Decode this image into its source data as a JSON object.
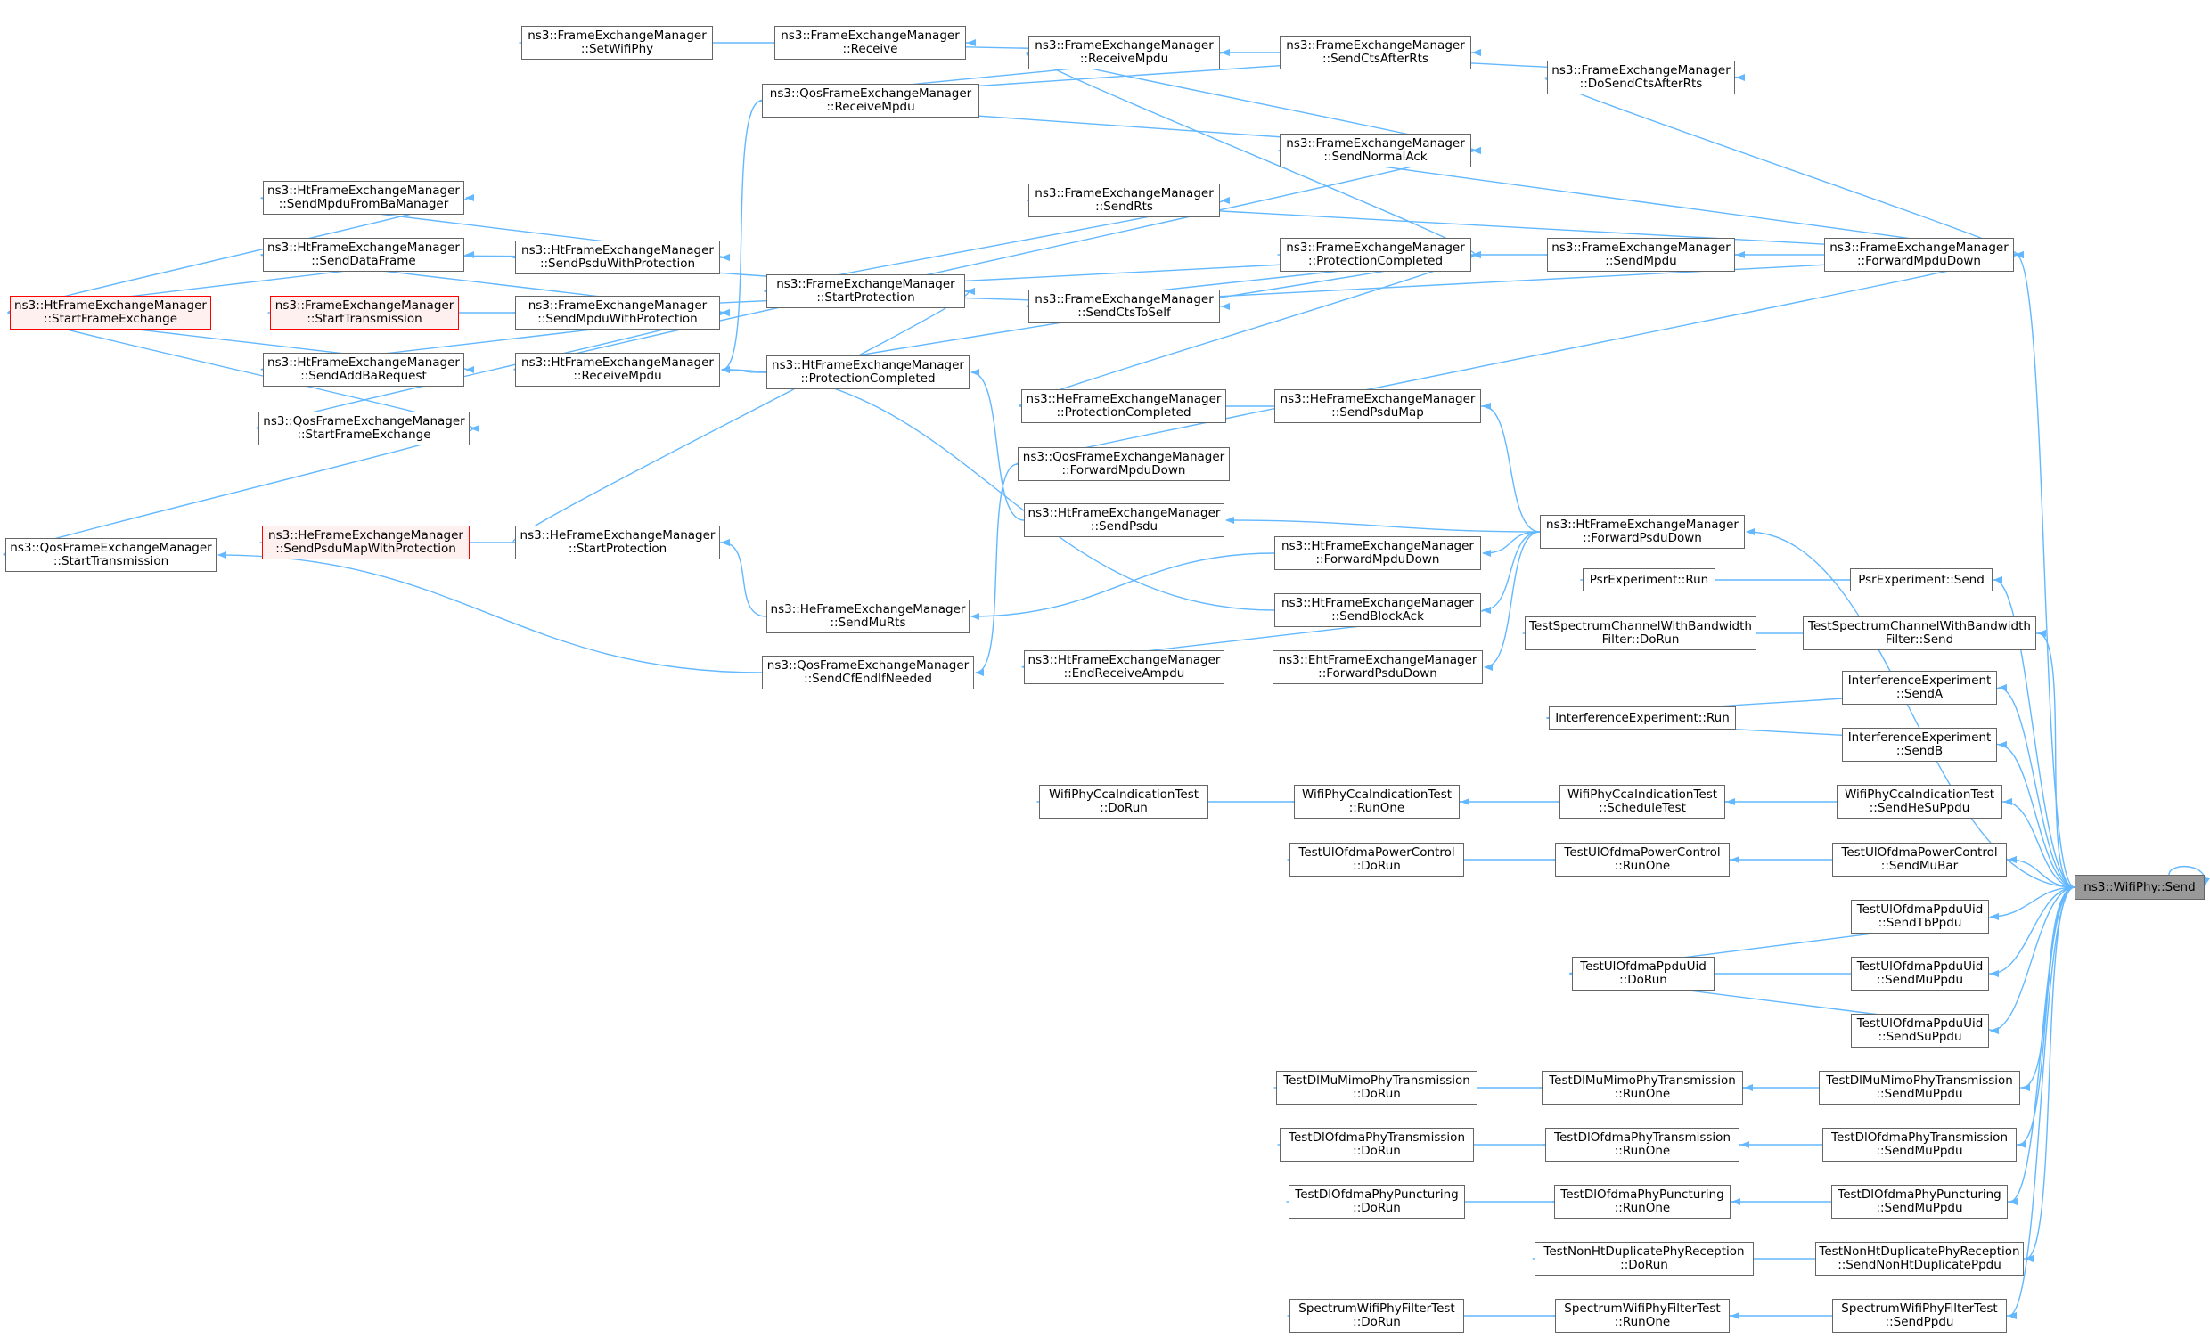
{
  "graph": {
    "edge_color": "#63b8ff",
    "nodes": [
      {
        "id": "root",
        "lines": [
          "ns3::WifiPhy::Send"
        ],
        "style": "root"
      },
      {
        "id": "setwifiphy",
        "lines": [
          "ns3::FrameExchangeManager",
          "::SetWifiPhy"
        ]
      },
      {
        "id": "receive",
        "lines": [
          "ns3::FrameExchangeManager",
          "::Receive"
        ]
      },
      {
        "id": "receivempdu",
        "lines": [
          "ns3::FrameExchangeManager",
          "::ReceiveMpdu"
        ]
      },
      {
        "id": "sendctsafterrts",
        "lines": [
          "ns3::FrameExchangeManager",
          "::SendCtsAfterRts"
        ]
      },
      {
        "id": "dosendctsafterrts",
        "lines": [
          "ns3::FrameExchangeManager",
          "::DoSendCtsAfterRts"
        ]
      },
      {
        "id": "qosreceivempdu",
        "lines": [
          "ns3::QosFrameExchangeManager",
          "::ReceiveMpdu"
        ]
      },
      {
        "id": "sendnormalack",
        "lines": [
          "ns3::FrameExchangeManager",
          "::SendNormalAck"
        ]
      },
      {
        "id": "sendrts",
        "lines": [
          "ns3::FrameExchangeManager",
          "::SendRts"
        ]
      },
      {
        "id": "protectioncompleted",
        "lines": [
          "ns3::FrameExchangeManager",
          "::ProtectionCompleted"
        ]
      },
      {
        "id": "sendmpdu",
        "lines": [
          "ns3::FrameExchangeManager",
          "::SendMpdu"
        ]
      },
      {
        "id": "forwardmpdudown",
        "lines": [
          "ns3::FrameExchangeManager",
          "::ForwardMpduDown"
        ]
      },
      {
        "id": "startprotection",
        "lines": [
          "ns3::FrameExchangeManager",
          "::StartProtection"
        ]
      },
      {
        "id": "sendctstoself",
        "lines": [
          "ns3::FrameExchangeManager",
          "::SendCtsToSelf"
        ]
      },
      {
        "id": "sendmpdufromba",
        "lines": [
          "ns3::HtFrameExchangeManager",
          "::SendMpduFromBaManager"
        ]
      },
      {
        "id": "htsenddataframe",
        "lines": [
          "ns3::HtFrameExchangeManager",
          "::SendDataFrame"
        ]
      },
      {
        "id": "htsendpsduwithprot",
        "lines": [
          "ns3::HtFrameExchangeManager",
          "::SendPsduWithProtection"
        ]
      },
      {
        "id": "htstartframeexchange",
        "lines": [
          "ns3::HtFrameExchangeManager",
          "::StartFrameExchange"
        ],
        "style": "red"
      },
      {
        "id": "fmstarttransmission",
        "lines": [
          "ns3::FrameExchangeManager",
          "::StartTransmission"
        ],
        "style": "red"
      },
      {
        "id": "sendmpduwithprot",
        "lines": [
          "ns3::FrameExchangeManager",
          "::SendMpduWithProtection"
        ]
      },
      {
        "id": "htsendaddbarequest",
        "lines": [
          "ns3::HtFrameExchangeManager",
          "::SendAddBaRequest"
        ]
      },
      {
        "id": "htreceivempdu",
        "lines": [
          "ns3::HtFrameExchangeManager",
          "::ReceiveMpdu"
        ]
      },
      {
        "id": "htprotectioncompleted",
        "lines": [
          "ns3::HtFrameExchangeManager",
          "::ProtectionCompleted"
        ]
      },
      {
        "id": "heprotectioncompleted",
        "lines": [
          "ns3::HeFrameExchangeManager",
          "::ProtectionCompleted"
        ]
      },
      {
        "id": "hesendpsdumap",
        "lines": [
          "ns3::HeFrameExchangeManager",
          "::SendPsduMap"
        ]
      },
      {
        "id": "qosstartframeexchange",
        "lines": [
          "ns3::QosFrameExchangeManager",
          "::StartFrameExchange"
        ]
      },
      {
        "id": "qosforwardmpdudown",
        "lines": [
          "ns3::QosFrameExchangeManager",
          "::ForwardMpduDown"
        ]
      },
      {
        "id": "qosstarttransmission",
        "lines": [
          "ns3::QosFrameExchangeManager",
          "::StartTransmission"
        ]
      },
      {
        "id": "hesendpsdumapwithprot",
        "lines": [
          "ns3::HeFrameExchangeManager",
          "::SendPsduMapWithProtection"
        ],
        "style": "red"
      },
      {
        "id": "hestartprotection",
        "lines": [
          "ns3::HeFrameExchangeManager",
          "::StartProtection"
        ]
      },
      {
        "id": "htsendpsdu",
        "lines": [
          "ns3::HtFrameExchangeManager",
          "::SendPsdu"
        ]
      },
      {
        "id": "htforwardpsdudown",
        "lines": [
          "ns3::HtFrameExchangeManager",
          "::ForwardPsduDown"
        ]
      },
      {
        "id": "htforwardmpdudown",
        "lines": [
          "ns3::HtFrameExchangeManager",
          "::ForwardMpduDown"
        ]
      },
      {
        "id": "hesendmurts",
        "lines": [
          "ns3::HeFrameExchangeManager",
          "::SendMuRts"
        ]
      },
      {
        "id": "htsendblockack",
        "lines": [
          "ns3::HtFrameExchangeManager",
          "::SendBlockAck"
        ]
      },
      {
        "id": "qossendcfendifneeded",
        "lines": [
          "ns3::QosFrameExchangeManager",
          "::SendCfEndIfNeeded"
        ]
      },
      {
        "id": "htendreceiveampdu",
        "lines": [
          "ns3::HtFrameExchangeManager",
          "::EndReceiveAmpdu"
        ]
      },
      {
        "id": "ehtforwardpsdudown",
        "lines": [
          "ns3::EhtFrameExchangeManager",
          "::ForwardPsduDown"
        ]
      },
      {
        "id": "psrrun",
        "lines": [
          "PsrExperiment::Run"
        ]
      },
      {
        "id": "psrsend",
        "lines": [
          "PsrExperiment::Send"
        ]
      },
      {
        "id": "tscdorun",
        "lines": [
          "TestSpectrumChannelWithBandwidth",
          "Filter::DoRun"
        ]
      },
      {
        "id": "tscsend",
        "lines": [
          "TestSpectrumChannelWithBandwidth",
          "Filter::Send"
        ]
      },
      {
        "id": "iesenda",
        "lines": [
          "InterferenceExperiment",
          "::SendA"
        ]
      },
      {
        "id": "ierun",
        "lines": [
          "InterferenceExperiment::Run"
        ]
      },
      {
        "id": "iesendb",
        "lines": [
          "InterferenceExperiment",
          "::SendB"
        ]
      },
      {
        "id": "ccadorun",
        "lines": [
          "WifiPhyCcaIndicationTest",
          "::DoRun"
        ]
      },
      {
        "id": "ccarunone",
        "lines": [
          "WifiPhyCcaIndicationTest",
          "::RunOne"
        ]
      },
      {
        "id": "ccaschedule",
        "lines": [
          "WifiPhyCcaIndicationTest",
          "::ScheduleTest"
        ]
      },
      {
        "id": "ccasendhe",
        "lines": [
          "WifiPhyCcaIndicationTest",
          "::SendHeSuPpdu"
        ]
      },
      {
        "id": "ulpcdorun",
        "lines": [
          "TestUlOfdmaPowerControl",
          "::DoRun"
        ]
      },
      {
        "id": "ulpcrunone",
        "lines": [
          "TestUlOfdmaPowerControl",
          "::RunOne"
        ]
      },
      {
        "id": "ulpcsendmubar",
        "lines": [
          "TestUlOfdmaPowerControl",
          "::SendMuBar"
        ]
      },
      {
        "id": "uidsendtb",
        "lines": [
          "TestUlOfdmaPpduUid",
          "::SendTbPpdu"
        ]
      },
      {
        "id": "uiddorun",
        "lines": [
          "TestUlOfdmaPpduUid",
          "::DoRun"
        ]
      },
      {
        "id": "uidsendmu",
        "lines": [
          "TestUlOfdmaPpduUid",
          "::SendMuPpdu"
        ]
      },
      {
        "id": "uidsendsu",
        "lines": [
          "TestUlOfdmaPpduUid",
          "::SendSuPpdu"
        ]
      },
      {
        "id": "mimodorun",
        "lines": [
          "TestDlMuMimoPhyTransmission",
          "::DoRun"
        ]
      },
      {
        "id": "mimorunone",
        "lines": [
          "TestDlMuMimoPhyTransmission",
          "::RunOne"
        ]
      },
      {
        "id": "mimosendmu",
        "lines": [
          "TestDlMuMimoPhyTransmission",
          "::SendMuPpdu"
        ]
      },
      {
        "id": "dlodorun",
        "lines": [
          "TestDlOfdmaPhyTransmission",
          "::DoRun"
        ]
      },
      {
        "id": "dlorunone",
        "lines": [
          "TestDlOfdmaPhyTransmission",
          "::RunOne"
        ]
      },
      {
        "id": "dlosendmu",
        "lines": [
          "TestDlOfdmaPhyTransmission",
          "::SendMuPpdu"
        ]
      },
      {
        "id": "punctdorun",
        "lines": [
          "TestDlOfdmaPhyPuncturing",
          "::DoRun"
        ]
      },
      {
        "id": "punctrunone",
        "lines": [
          "TestDlOfdmaPhyPuncturing",
          "::RunOne"
        ]
      },
      {
        "id": "punctsendmu",
        "lines": [
          "TestDlOfdmaPhyPuncturing",
          "::SendMuPpdu"
        ]
      },
      {
        "id": "nonhtdorun",
        "lines": [
          "TestNonHtDuplicatePhyReception",
          "::DoRun"
        ]
      },
      {
        "id": "nonhtsend",
        "lines": [
          "TestNonHtDuplicatePhyReception",
          "::SendNonHtDuplicatePpdu"
        ]
      },
      {
        "id": "filtdorun",
        "lines": [
          "SpectrumWifiPhyFilterTest",
          "::DoRun"
        ]
      },
      {
        "id": "filtrunone",
        "lines": [
          "SpectrumWifiPhyFilterTest",
          "::RunOne"
        ]
      },
      {
        "id": "filtsend",
        "lines": [
          "SpectrumWifiPhyFilterTest",
          "::SendPpdu"
        ]
      }
    ],
    "edges": [
      [
        "setwifiphy",
        "receive"
      ],
      [
        "receive",
        "receivempdu"
      ],
      [
        "qosreceivempdu",
        "receivempdu"
      ],
      [
        "receivempdu",
        "sendctsafterrts"
      ],
      [
        "qosreceivempdu",
        "sendctsafterrts"
      ],
      [
        "sendctsafterrts",
        "dosendctsafterrts"
      ],
      [
        "receivempdu",
        "sendnormalack"
      ],
      [
        "qosreceivempdu",
        "sendnormalack"
      ],
      [
        "htreceivempdu",
        "sendnormalack"
      ],
      [
        "receivempdu",
        "protectioncompleted"
      ],
      [
        "dosendctsafterrts",
        "forwardmpdudown"
      ],
      [
        "sendnormalack",
        "forwardmpdudown"
      ],
      [
        "sendrts",
        "forwardmpdudown"
      ],
      [
        "sendmpdu",
        "forwardmpdudown"
      ],
      [
        "sendctstoself",
        "forwardmpdudown"
      ],
      [
        "qosforwardmpdudown",
        "forwardmpdudown"
      ],
      [
        "protectioncompleted",
        "sendmpdu"
      ],
      [
        "startprotection",
        "sendrts"
      ],
      [
        "startprotection",
        "protectioncompleted"
      ],
      [
        "startprotection",
        "sendctstoself"
      ],
      [
        "sendctstoself",
        "protectioncompleted"
      ],
      [
        "htprotectioncompleted",
        "protectioncompleted"
      ],
      [
        "heprotectioncompleted",
        "protectioncompleted"
      ],
      [
        "heprotectioncompleted",
        "hesendpsdumap"
      ],
      [
        "htsendpsduwithprot",
        "startprotection"
      ],
      [
        "sendmpduwithprot",
        "startprotection"
      ],
      [
        "hestartprotection",
        "startprotection"
      ],
      [
        "sendmpdufromba",
        "htsendpsduwithprot"
      ],
      [
        "htsenddataframe",
        "htsendpsduwithprot"
      ],
      [
        "htstartframeexchange",
        "sendmpdufromba"
      ],
      [
        "htstartframeexchange",
        "htsenddataframe"
      ],
      [
        "htstartframeexchange",
        "htsendaddbarequest"
      ],
      [
        "htstartframeexchange",
        "qosstartframeexchange"
      ],
      [
        "fmstarttransmission",
        "sendmpduwithprot"
      ],
      [
        "htsenddataframe",
        "sendmpduwithprot"
      ],
      [
        "htsendaddbarequest",
        "sendmpduwithprot"
      ],
      [
        "qosstartframeexchange",
        "sendmpduwithprot"
      ],
      [
        "qosstarttransmission",
        "qosstartframeexchange"
      ],
      [
        "qosreceivempdu",
        "htreceivempdu"
      ],
      [
        "htprotectioncompleted",
        "htreceivempdu"
      ],
      [
        "hesendpsdumapwithprot",
        "hestartprotection"
      ],
      [
        "hesendmurts",
        "hestartprotection"
      ],
      [
        "htsendpsdu",
        "htprotectioncompleted"
      ],
      [
        "qosforwardmpdudown",
        "qossendcfendifneeded"
      ],
      [
        "qossendcfendifneeded",
        "qosstarttransmission"
      ],
      [
        "htforwardpsdudown",
        "htsendpsdu"
      ],
      [
        "htforwardpsdudown",
        "htforwardmpdudown"
      ],
      [
        "htforwardmpdudown",
        "hesendmurts"
      ],
      [
        "htforwardpsdudown",
        "htsendblockack"
      ],
      [
        "htsendblockack",
        "htreceivempdu"
      ],
      [
        "htendreceiveampdu",
        "htsendblockack"
      ],
      [
        "htforwardpsdudown",
        "ehtforwardpsdudown"
      ],
      [
        "htforwardpsdudown",
        "hesendpsdumap"
      ],
      [
        "root",
        "htforwardpsdudown"
      ],
      [
        "root",
        "forwardmpdudown"
      ],
      [
        "root",
        "psrsend"
      ],
      [
        "psrrun",
        "psrsend"
      ],
      [
        "root",
        "tscsend"
      ],
      [
        "tscdorun",
        "tscsend"
      ],
      [
        "root",
        "iesenda"
      ],
      [
        "ierun",
        "iesenda"
      ],
      [
        "root",
        "iesendb"
      ],
      [
        "ierun",
        "iesendb"
      ],
      [
        "root",
        "ccasendhe"
      ],
      [
        "ccaschedule",
        "ccasendhe"
      ],
      [
        "ccarunone",
        "ccaschedule"
      ],
      [
        "ccadorun",
        "ccarunone"
      ],
      [
        "root",
        "ulpcsendmubar"
      ],
      [
        "ulpcrunone",
        "ulpcsendmubar"
      ],
      [
        "ulpcdorun",
        "ulpcrunone"
      ],
      [
        "root",
        "uidsendtb"
      ],
      [
        "uiddorun",
        "uidsendtb"
      ],
      [
        "root",
        "uidsendmu"
      ],
      [
        "uiddorun",
        "uidsendmu"
      ],
      [
        "root",
        "uidsendsu"
      ],
      [
        "uiddorun",
        "uidsendsu"
      ],
      [
        "root",
        "mimosendmu"
      ],
      [
        "mimorunone",
        "mimosendmu"
      ],
      [
        "mimodorun",
        "mimorunone"
      ],
      [
        "root",
        "dlosendmu"
      ],
      [
        "dlorunone",
        "dlosendmu"
      ],
      [
        "dlodorun",
        "dlorunone"
      ],
      [
        "root",
        "punctsendmu"
      ],
      [
        "punctrunone",
        "punctsendmu"
      ],
      [
        "punctdorun",
        "punctrunone"
      ],
      [
        "root",
        "nonhtsend"
      ],
      [
        "nonhtdorun",
        "nonhtsend"
      ],
      [
        "root",
        "filtsend"
      ],
      [
        "filtrunone",
        "filtsend"
      ],
      [
        "filtdorun",
        "filtrunone"
      ],
      [
        "root",
        "root"
      ]
    ]
  }
}
